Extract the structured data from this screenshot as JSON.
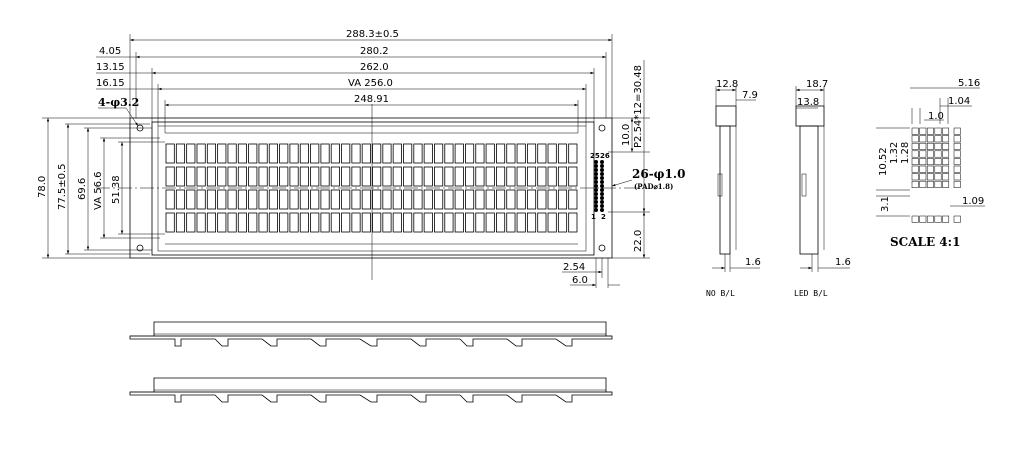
{
  "dims_top": [
    "288.3±0.5",
    "280.2",
    "262.0",
    "VA 256.0",
    "248.91"
  ],
  "dims_left": [
    "4.05",
    "13.15",
    "16.15"
  ],
  "hole_label": "4-φ3.2",
  "dims_vertical": [
    "78.0",
    "77.5±0.5",
    "69.6",
    "VA 56.6",
    "51.38"
  ],
  "pin_dims": [
    "10.0",
    "P2.54*12=30.48",
    "22.0"
  ],
  "pad_label": "26-φ1.0",
  "pad_sub": "(PAD⌀1.8)",
  "pin_numbers": [
    "25",
    "26",
    "1",
    "2"
  ],
  "bottom_dims": [
    "2.54",
    "6.0"
  ],
  "side_nobl": {
    "dims": [
      "12.8",
      "7.9",
      "1.6"
    ],
    "caption": "NO B/L"
  },
  "side_ledbl": {
    "dims": [
      "18.7",
      "13.8",
      "1.6"
    ],
    "caption": "LED B/L"
  },
  "detail": {
    "dims": [
      "5.16",
      "1.04",
      "1.0",
      "10.52",
      "1.32",
      "1.28",
      "3.1",
      "1.09"
    ],
    "scale": "SCALE 4:1"
  },
  "char_grid": {
    "cols": 40,
    "rows": 4
  },
  "dot_matrix": {
    "cols": 5,
    "rows": 8
  }
}
